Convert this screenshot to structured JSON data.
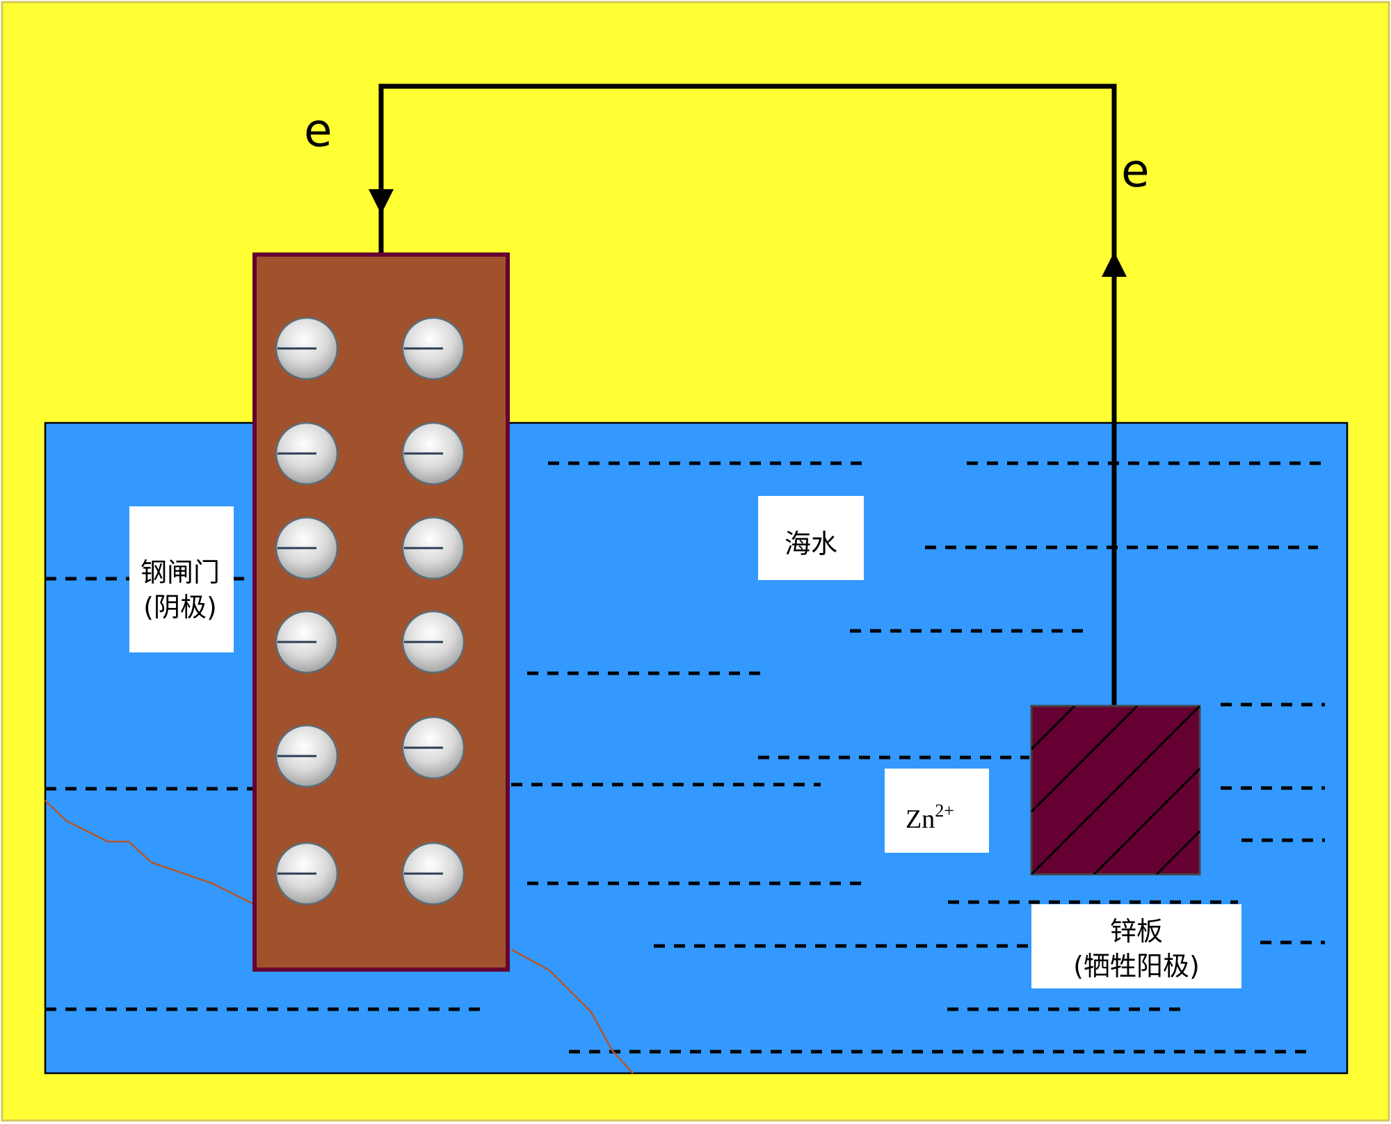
{
  "colors": {
    "background": "#FFFF33",
    "seawater": "#3399FF",
    "steel_gate": "#A0522D",
    "steel_gate_border": "#660033",
    "zinc_plate": "#660033",
    "wire": "#000000",
    "electron_ball": "#D9D9D9",
    "label_box": "#FFFFFF"
  },
  "electrons": {
    "left_label": "e",
    "right_label": "e"
  },
  "labels": {
    "seawater": "海水",
    "steel_gate_line1": "钢闸门",
    "steel_gate_line2": "(阴极)",
    "zinc_ion_base": "Zn",
    "zinc_ion_charge": "2+",
    "zinc_plate_line1": "锌板",
    "zinc_plate_line2": "(牺牲阳极)"
  },
  "negative_charges": {
    "count": 12,
    "symbol": "minus-icon"
  }
}
